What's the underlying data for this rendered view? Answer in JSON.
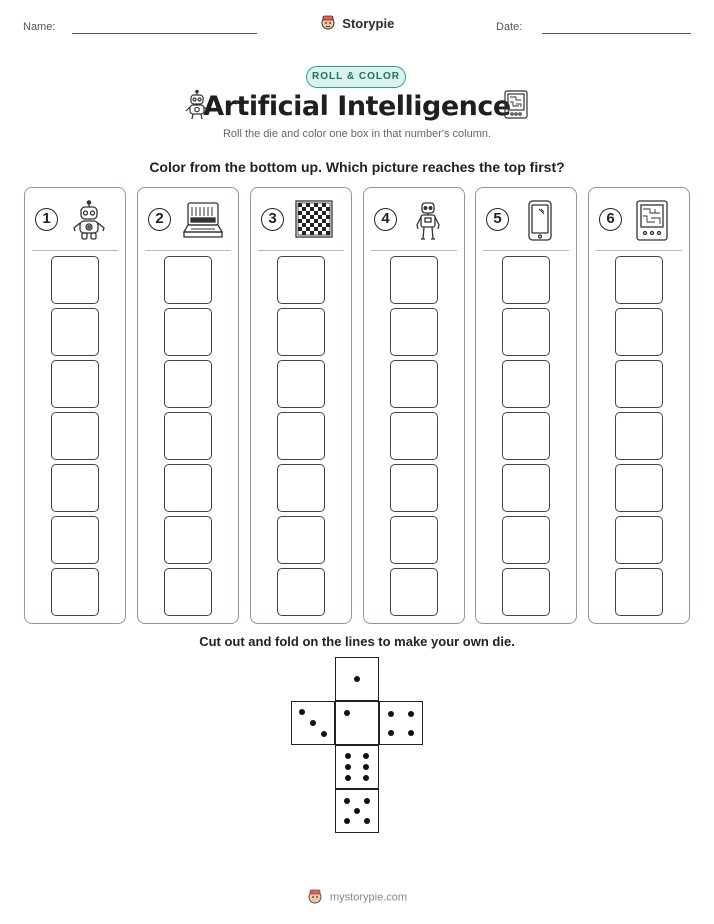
{
  "header": {
    "name_label": "Name:",
    "date_label": "Date:",
    "brand": "Storypie"
  },
  "badge": "ROLL & COLOR",
  "title": "Artificial Intelligence",
  "subtitle": "Roll the die and color one box in that number's column.",
  "instruction": "Color from the bottom up. Which picture reaches the top first?",
  "columns": [
    {
      "number": "1",
      "icon": "robot-toy-icon"
    },
    {
      "number": "2",
      "icon": "computer-terminal-icon"
    },
    {
      "number": "3",
      "icon": "chessboard-icon"
    },
    {
      "number": "4",
      "icon": "humanoid-robot-icon"
    },
    {
      "number": "5",
      "icon": "smartphone-icon"
    },
    {
      "number": "6",
      "icon": "circuit-computer-icon"
    }
  ],
  "boxes_per_column": 7,
  "die_instruction": "Cut out and fold on the lines to make your own die.",
  "die_faces": [
    1,
    3,
    1,
    4,
    6,
    5
  ],
  "footer": "mystorypie.com",
  "colors": {
    "badge_border": "#2a9d8f",
    "badge_fill": "#d9f2ee",
    "column_border": "#8c93b8"
  }
}
